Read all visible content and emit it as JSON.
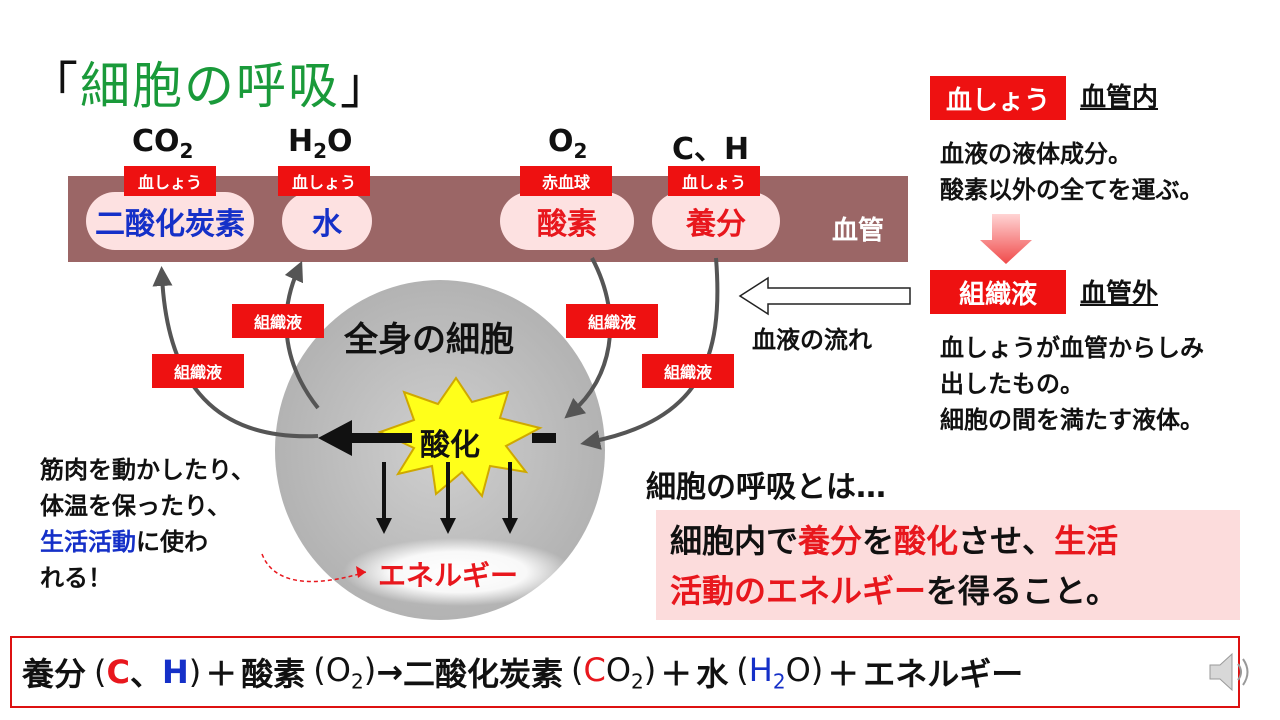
{
  "title": {
    "open": "「",
    "text": "細胞の呼吸",
    "close": "」"
  },
  "molecules": {
    "co2": {
      "base": "CO",
      "sub": "2"
    },
    "h2o": {
      "pre": "H",
      "sub": "2",
      "post": "O"
    },
    "o2": {
      "base": "O",
      "sub": "2"
    },
    "ch": "C、H"
  },
  "vessel": {
    "label": "血管",
    "items": [
      {
        "tag": "血しょう",
        "name": "二酸化炭素"
      },
      {
        "tag": "血しょう",
        "name": "水"
      },
      {
        "tag": "赤血球",
        "name": "酸素"
      },
      {
        "tag": "血しょう",
        "name": "養分"
      }
    ]
  },
  "flows": {
    "tissue_fluid": "組織液",
    "blood_flow": "血液の流れ"
  },
  "cell": {
    "label": "全身の細胞",
    "oxidation": "酸化",
    "energy": "エネルギー"
  },
  "muscle_note": {
    "line1": "筋肉を動かしたり、",
    "line2": "体温を保ったり、",
    "line3_blue": "生活活動",
    "line3_rest": "に使わ",
    "line4": "れる！"
  },
  "definitions": {
    "plasma": {
      "tag": "血しょう",
      "where": "血管内",
      "line1": "血液の液体成分。",
      "line2": "酸素以外の全てを運ぶ。"
    },
    "tissue": {
      "tag": "組織液",
      "where": "血管外",
      "line1": "血しょうが血管からしみ",
      "line2": "出したもの。",
      "line3": "細胞の間を満たす液体。"
    }
  },
  "respiration": {
    "heading": "細胞の呼吸とは…",
    "p1": "細胞内で",
    "p2": "養分",
    "p3": "を",
    "p4": "酸化",
    "p5": "させ、",
    "p6": "生活",
    "p7": "活動のエネルギー",
    "p8": "を得ること。"
  },
  "equation": {
    "a": "養分",
    "b_open": "(",
    "b_c": "C",
    "b_sep": "、",
    "b_h": "H",
    "b_close": ")",
    "plus1": "＋",
    "c": "酸素",
    "d_open": "(O",
    "d_sub": "2",
    "d_close": ")",
    "arrow": "→",
    "e": "二酸化炭素",
    "f_open": "(",
    "f_c": "C",
    "f_o": "O",
    "f_sub": "2",
    "f_close": ")",
    "plus2": "＋",
    "g": "水",
    "h_open": "(",
    "h_h": "H",
    "h_sub": "2",
    "h_o": "O",
    "h_close": ")",
    "plus3": "＋",
    "i": "エネルギー"
  },
  "colors": {
    "vessel": "#9b6666",
    "red": "#e8171d",
    "blue": "#1530c8",
    "title": "#1a9a3a"
  }
}
